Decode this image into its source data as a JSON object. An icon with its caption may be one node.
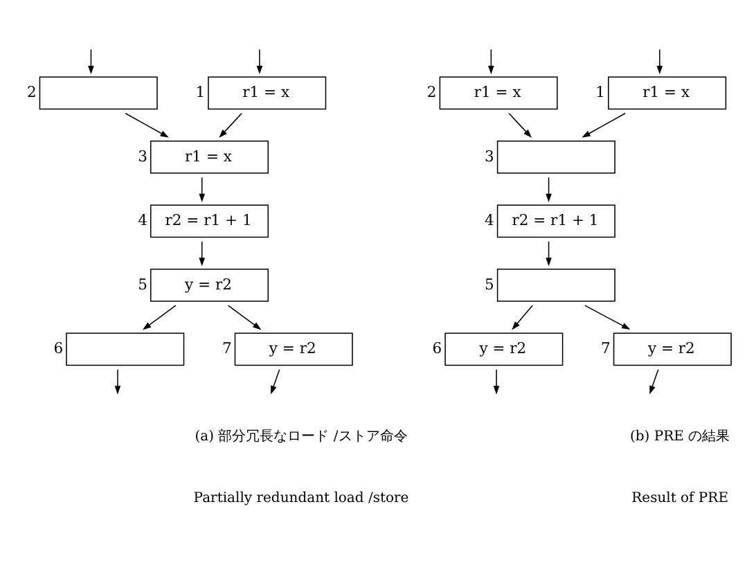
{
  "diagram": {
    "nodes": [
      {
        "text": [
          "r1 = x"
        ],
        "beside": [
          "1"
        ]
      },
      {
        "text": [],
        "shape": "box",
        "beside": [
          "2"
        ]
      },
      {
        "text": [
          "r1 = x"
        ],
        "beside": [
          "3"
        ]
      },
      {
        "text": [
          "r2 = r1 + 1"
        ],
        "beside": [
          "4"
        ]
      },
      {
        "text": [
          "y = r2"
        ],
        "beside": [
          "5"
        ]
      },
      {
        "text": [],
        "shape": "box",
        "beside": [
          "6"
        ]
      },
      {
        "text": [
          "y = r2"
        ],
        "beside": [
          "7"
        ]
      },
      {
        "text": [
          "r1 = x"
        ],
        "beside": [
          "1"
        ]
      },
      {
        "text": [
          "r1 = x"
        ],
        "beside": [
          "2"
        ]
      },
      {
        "text": [],
        "shape": "box",
        "beside": [
          "3"
        ]
      },
      {
        "text": [
          "r2 = r1 + 1"
        ],
        "beside": [
          "4"
        ]
      },
      {
        "text": [],
        "shape": "box",
        "beside": [
          "5"
        ]
      },
      {
        "text": [
          "y = r2"
        ],
        "beside": [
          "6"
        ]
      },
      {
        "text": [
          "y = r2"
        ],
        "beside": [
          "7"
        ]
      }
    ],
    "edges": [
      {
        "from": null,
        "to": 0,
        "arrow": "to"
      },
      {
        "from": null,
        "to": 1,
        "arrow": "to"
      },
      {
        "from": 0,
        "to": 2,
        "arrow": "to"
      },
      {
        "from": 1,
        "to": 2,
        "arrow": "to"
      },
      {
        "from": 2,
        "to": 3,
        "arrow": "to"
      },
      {
        "from": 3,
        "to": 4,
        "arrow": "to"
      },
      {
        "from": 4,
        "to": 5,
        "arrow": "to"
      },
      {
        "from": 4,
        "to": 6,
        "arrow": "to"
      },
      {
        "from": 5,
        "to": null,
        "arrow": "to"
      },
      {
        "from": 6,
        "to": null,
        "arrow": "to"
      },
      {
        "from": null,
        "to": 7,
        "arrow": "to"
      },
      {
        "from": null,
        "to": 8,
        "arrow": "to"
      },
      {
        "from": 7,
        "to": 9,
        "arrow": "to"
      },
      {
        "from": 8,
        "to": 9,
        "arrow": "to"
      },
      {
        "from": 9,
        "to": 10,
        "arrow": "to"
      },
      {
        "from": 10,
        "to": 11,
        "arrow": "to"
      },
      {
        "from": 11,
        "to": 12,
        "arrow": "to"
      },
      {
        "from": 11,
        "to": 13,
        "arrow": "to"
      },
      {
        "from": 12,
        "to": null,
        "arrow": "to"
      },
      {
        "from": 13,
        "to": null,
        "arrow": "to"
      }
    ],
    "labels": [
      "(a) 部分冗長なロード /ストア命令",
      "Partially redundant load /store",
      "(b) PRE の結果",
      "Result of PRE"
    ]
  }
}
